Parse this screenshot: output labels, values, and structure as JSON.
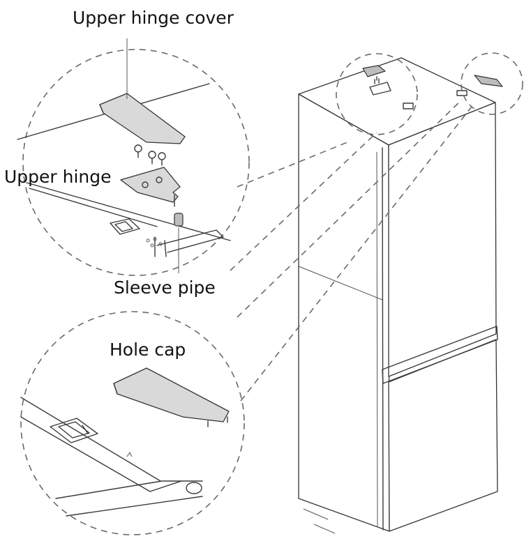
{
  "labels": {
    "upper_hinge_cover": "Upper hinge cover",
    "upper_hinge": "Upper hinge",
    "sleeve_pipe": "Sleeve pipe",
    "hole_cap": "Hole cap"
  }
}
